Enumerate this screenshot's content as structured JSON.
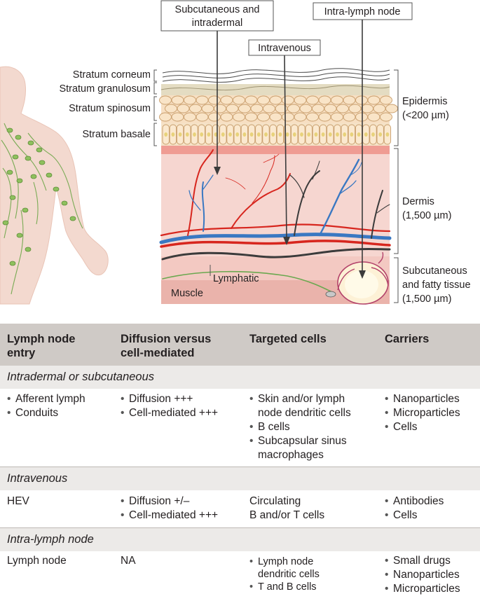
{
  "figure": {
    "callouts": {
      "subcutaneous_intradermal": [
        "Subcutaneous and",
        "intradermal"
      ],
      "intravenous": "Intravenous",
      "intra_lymph_node": "Intra-lymph node"
    },
    "strata": [
      "Stratum corneum",
      "Stratum granulosum",
      "Stratum spinosum",
      "Stratum basale"
    ],
    "layers": {
      "epidermis": [
        "Epidermis",
        "(<200 µm)"
      ],
      "dermis": [
        "Dermis",
        "(1,500 µm)"
      ],
      "subcutaneous": [
        "Subcutaneous",
        "and fatty tissue",
        "(1,500 µm)"
      ]
    },
    "labels": {
      "lymphatic": "Lymphatic",
      "muscle": "Muscle"
    },
    "colors": {
      "artery": "#d7261e",
      "vein": "#3a78c2",
      "lymphatic_vessel": "#3b3b3b",
      "lymph_green": "#6aa84f"
    }
  },
  "table": {
    "headers": {
      "entry": [
        "Lymph node",
        "entry"
      ],
      "diffusion": [
        "Diffusion versus",
        "cell-mediated"
      ],
      "targeted": "Targeted cells",
      "carriers": "Carriers"
    },
    "sections": [
      {
        "title": "Intradermal or subcutaneous",
        "entry": [
          "Afferent lymph",
          "Conduits"
        ],
        "diffusion": [
          "Diffusion +++",
          "Cell-mediated +++"
        ],
        "targeted": [
          [
            "Skin and/or lymph",
            "node dendritic cells"
          ],
          [
            "B cells"
          ],
          [
            "Subcapsular sinus",
            "macrophages"
          ]
        ],
        "carriers": [
          "Nanoparticles",
          "Microparticles",
          "Cells"
        ]
      },
      {
        "title": "Intravenous",
        "entry": "HEV",
        "diffusion": [
          "Diffusion +/–",
          "Cell-mediated +++"
        ],
        "targeted": [
          "Circulating",
          "B and/or T cells"
        ],
        "carriers": [
          "Antibodies",
          "Cells"
        ]
      },
      {
        "title": "Intra-lymph node",
        "entry": "Lymph node",
        "diffusion": "NA",
        "targeted": [
          [
            "Lymph node",
            "dendritic cells"
          ],
          [
            "T and B cells"
          ]
        ],
        "carriers": [
          "Small drugs",
          "Nanoparticles",
          "Microparticles"
        ]
      }
    ]
  }
}
